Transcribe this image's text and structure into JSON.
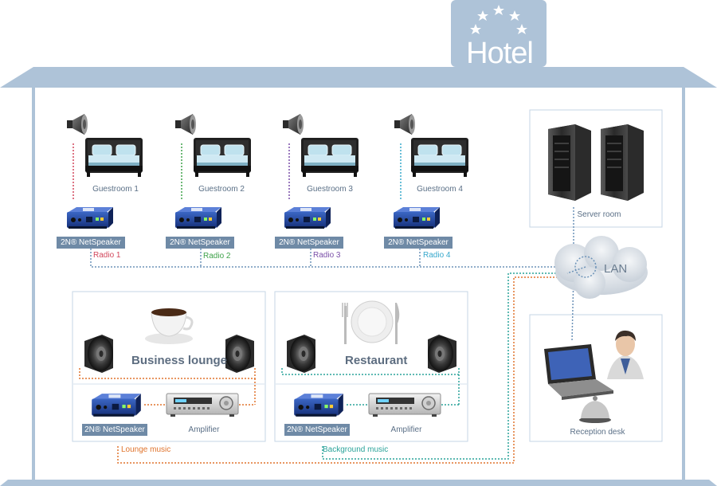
{
  "hotel": {
    "title": "Hotel"
  },
  "guestrooms": [
    {
      "room": "Guestroom 1",
      "device": "2N® NetSpeaker",
      "radio": "Radio 1",
      "color": "#d2475c"
    },
    {
      "room": "Guestroom 2",
      "device": "2N® NetSpeaker",
      "radio": "Radio 2",
      "color": "#3fa24a"
    },
    {
      "room": "Guestroom 3",
      "device": "2N® NetSpeaker",
      "radio": "Radio 3",
      "color": "#7a4fa8"
    },
    {
      "room": "Guestroom 4",
      "device": "2N® NetSpeaker",
      "radio": "Radio 4",
      "color": "#36a8cc"
    }
  ],
  "server": {
    "label": "Server room"
  },
  "network": {
    "label": "LAN"
  },
  "reception": {
    "label": "Reception desk"
  },
  "lounge": {
    "title": "Business lounge",
    "device": "2N® NetSpeaker",
    "amplifier": "Amplifier",
    "music": "Lounge music",
    "color": "#e0742d"
  },
  "restaurant": {
    "title": "Restaurant",
    "device": "2N® NetSpeaker",
    "amplifier": "Amplifier",
    "music": "Background music",
    "color": "#2aa39a"
  },
  "colors": {
    "frame": "#aec3d8",
    "tag": "#6f8aa6",
    "lan_line": "#6d93b8"
  }
}
